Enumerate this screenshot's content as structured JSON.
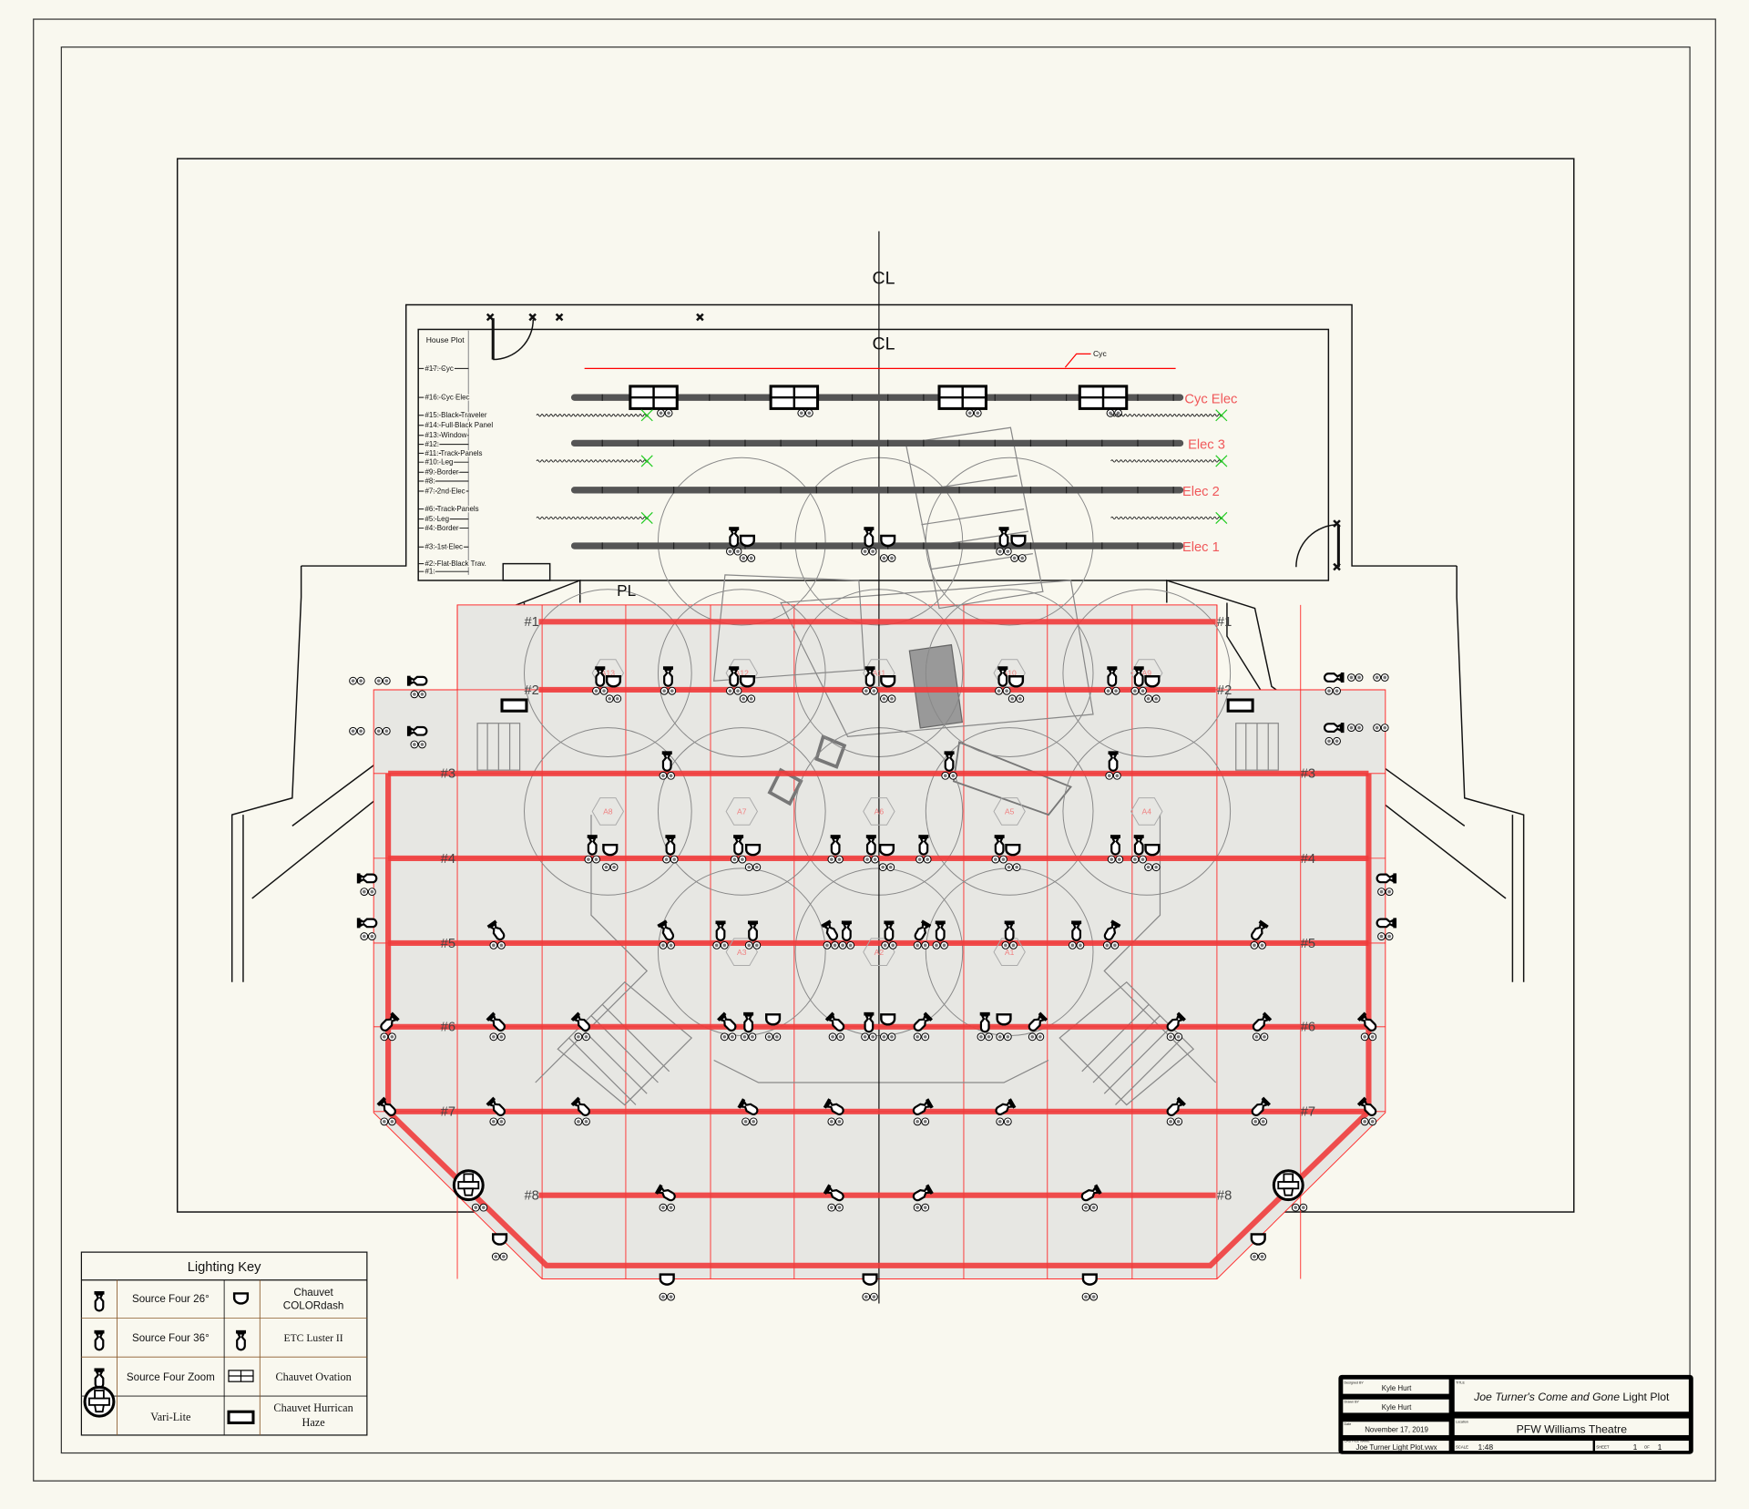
{
  "centerline_label": "CL",
  "plaster_line_label": "PL",
  "house_plot": {
    "title": "House Plot",
    "linesets": [
      "#17: Cyc",
      "#16: Cyc Elec",
      "#15: Black Traveler",
      "#14: Full Black Panel",
      "#13: Window",
      "#12:",
      "#11: Track Panels",
      "#10: Leg",
      "#9: Border",
      "#8:",
      "#7: 2nd Elec",
      "#6: Track Panels",
      "#5: Leg",
      "#4: Border",
      "#3: 1st Elec",
      "#2: Flat Black Trav.",
      "#1:"
    ]
  },
  "stage_pipes": {
    "cyc_note": "Cyc",
    "labels": [
      "Cyc Elec",
      "Elec 3",
      "Elec 2",
      "Elec 1"
    ]
  },
  "house_pipes": [
    "#1",
    "#2",
    "#3",
    "#4",
    "#5",
    "#6",
    "#7",
    "#8"
  ],
  "areas": [
    "A13",
    "A12",
    "A11",
    "A10",
    "A9",
    "A8",
    "A7",
    "A6",
    "A5",
    "A4",
    "A3",
    "A2",
    "A1"
  ],
  "lighting_key": {
    "title": "Lighting Key",
    "items": [
      {
        "icon": "source-four-26",
        "label": "Source Four 26°"
      },
      {
        "icon": "colordash",
        "label_lines": [
          "Chauvet",
          "COLORdash"
        ]
      },
      {
        "icon": "source-four-36",
        "label": "Source Four 36°"
      },
      {
        "icon": "luster",
        "label": "ETC Luster II"
      },
      {
        "icon": "source-four-zoom",
        "label": "Source Four Zoom"
      },
      {
        "icon": "ovation",
        "label": "Chauvet Ovation"
      },
      {
        "icon": "vari-lite",
        "label": "Vari-Lite"
      },
      {
        "icon": "haze",
        "label_lines": [
          "Chauvet Hurrican",
          "Haze"
        ]
      }
    ]
  },
  "title_block": {
    "designed_by_label": "Designed BY",
    "designed_by": "Kyle Hurt",
    "drawn_by_label": "Drawn BY",
    "drawn_by": "Kyle Hurt",
    "date_label": "Date",
    "date": "November 17, 2019",
    "cad_label": "CAD FILE NAME",
    "cad_file": "Joe Turner Light Plot.vwx",
    "title_label": "TITLE",
    "title_italic": "Joe Turner's Come and Gone",
    "title_rest": " Light Plot",
    "location_label": "Location",
    "location": "PFW Williams Theatre",
    "scale_label": "SCALE",
    "scale": "1:48",
    "sheet_label": "SHEET",
    "sheet": "1",
    "of_label": "OF",
    "sheet_total": "1"
  },
  "colors": {
    "pipe_red": "#f03c3c",
    "grid_red": "#ff2020",
    "stage_pipe": "#555555",
    "audience_fill": "#e7e7e3",
    "background": "#f9f8ef"
  }
}
